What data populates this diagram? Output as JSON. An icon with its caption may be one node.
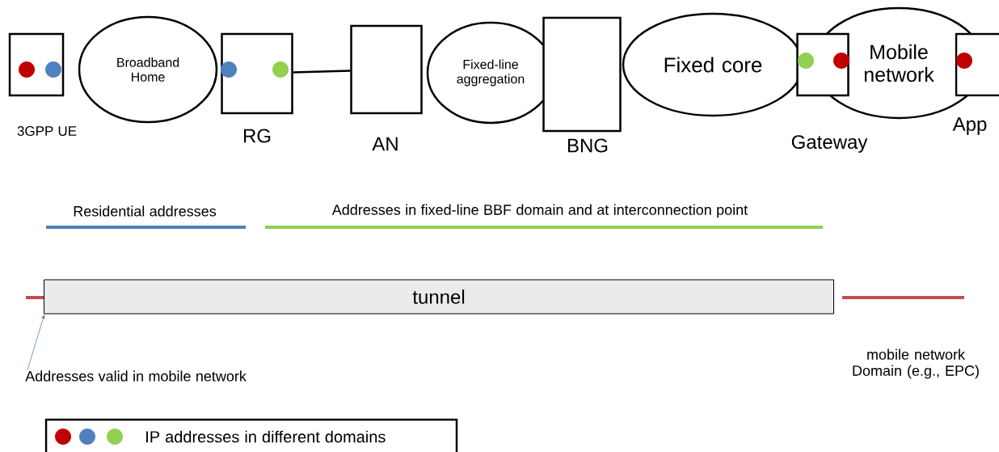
{
  "diagram": {
    "nodes": [
      {
        "text": [
          "3GPP UE"
        ]
      },
      {
        "text": [
          "Broadband Home"
        ]
      },
      {
        "text": [
          "RG"
        ]
      },
      {
        "text": [
          "AN"
        ]
      },
      {
        "text": [
          "Fixed-line aggregation"
        ]
      },
      {
        "text": [
          "BNG"
        ]
      },
      {
        "text": [
          "Fixed core"
        ]
      },
      {
        "text": [
          "Gateway"
        ]
      },
      {
        "text": [
          "Mobile network"
        ]
      },
      {
        "text": [
          "App"
        ]
      },
      {
        "text": [
          "tunnel"
        ]
      },
      {
        "text": [
          "Addresses valid in mobile network"
        ]
      }
    ],
    "edges": [
      {
        "from": 2,
        "to": 3,
        "arrow": "none"
      },
      {
        "from": 11,
        "to": 10,
        "arrow": "to",
        "color": "#4f81bd"
      }
    ],
    "labels": [
      "Residential addresses",
      "Addresses in fixed-line BBF domain and at interconnection point",
      "mobile network Domain (e.g., EPC)"
    ],
    "legend": [
      {
        "text": "IP addresses in different domains"
      }
    ]
  }
}
